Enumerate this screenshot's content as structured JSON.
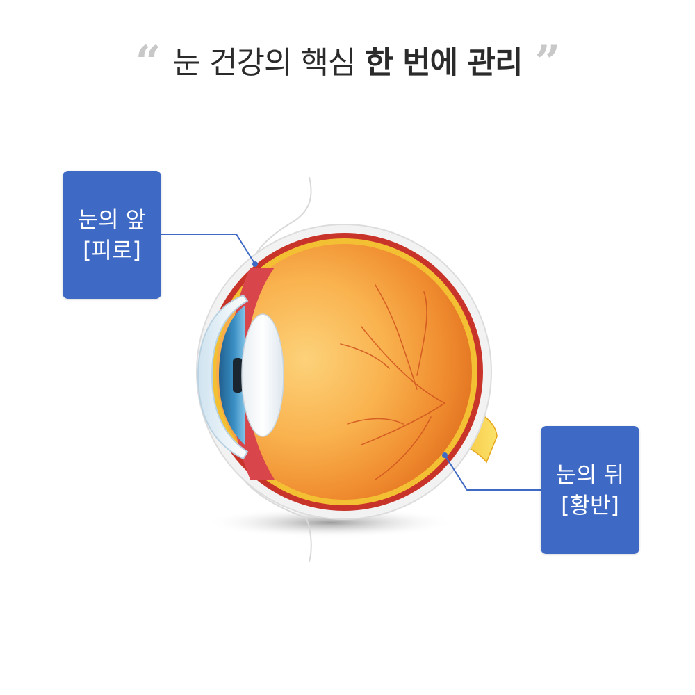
{
  "headline": {
    "open_quote": "“",
    "normal_text": "눈 건강의 핵심",
    "bold_text": "한 번에 관리",
    "close_quote": "”"
  },
  "labels": {
    "front": {
      "line1": "눈의 앞",
      "line2": "[피로]"
    },
    "back": {
      "line1": "눈의 뒤",
      "line2": "[황반]"
    }
  },
  "colors": {
    "label_bg": "#3e69c4",
    "leader_line": "#3e69c4",
    "headline_text": "#2b2b2b",
    "quote_marks": "#c8c8c8"
  }
}
